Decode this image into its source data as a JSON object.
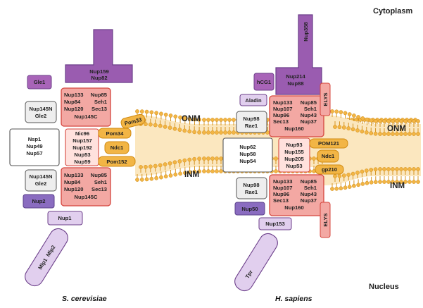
{
  "colors": {
    "red_fill": "#f3a8a3",
    "red_stroke": "#d5463e",
    "purple_dark": "#9a5cb0",
    "purple_mid": "#8a6cc0",
    "purple_light": "#e1cfee",
    "purple_stroke": "#6c3f8a",
    "gray_stroke": "#555555",
    "membrane": "#f2b545",
    "membrane_stroke": "#d08a10",
    "white_box": "#ffffff",
    "light_gray_box": "#eeeeee"
  },
  "headers": {
    "cytoplasm": "Cytoplasm",
    "nucleus": "Nucleus"
  },
  "membranes": {
    "onm": "ONM",
    "inm": "INM"
  },
  "yeast": {
    "species": "S. cerevisiae",
    "nup159": [
      "Nup159",
      "Nup82"
    ],
    "gle1": "Gle1",
    "cyto_ring": [
      "Nup133",
      "Nup85",
      "Nup84",
      "Seh1",
      "Nup120",
      "Sec13",
      "Nup145C"
    ],
    "nup145n_top": [
      "Nup145N",
      "Gle2"
    ],
    "nsp1": [
      "Nsp1",
      "Nup49",
      "Nup57"
    ],
    "inner_ring": [
      "Nic96",
      "Nup157",
      "Nup192",
      "Nup53",
      "Nup59"
    ],
    "pom33": "Pom33",
    "pom34": "Pom34",
    "ndc1": "Ndc1",
    "pom152": "Pom152",
    "nup145n_bottom": [
      "Nup145N",
      "Gle2"
    ],
    "nuc_ring": [
      "Nup133",
      "Nup85",
      "Nup84",
      "Seh1",
      "Nup120",
      "Sec13",
      "Nup145C"
    ],
    "nup2": "Nup2",
    "nup1": "Nup1",
    "mlp": "Mlp1  Mlp2"
  },
  "human": {
    "species": "H. sapiens",
    "nup358": "Nup358",
    "nup214": [
      "Nup214",
      "Nup88"
    ],
    "hcg1": "hCG1",
    "aladin": "Aladin",
    "elys_top": "ELYS",
    "cyto_ring": [
      "Nup133",
      "Nup85",
      "Nup107",
      "Seh1",
      "Nup96",
      "Nup43",
      "Sec13",
      "Nup37",
      "Nup160"
    ],
    "nup98_top": [
      "Nup98",
      "Rae1"
    ],
    "nup62": [
      "Nup62",
      "Nup58",
      "Nup54"
    ],
    "inner_ring": [
      "Nup93",
      "Nup155",
      "Nup205",
      "Nup53"
    ],
    "pom121": "POM121",
    "ndc1": "Ndc1",
    "gp210": "gp210",
    "nup98_bottom": [
      "Nup98",
      "Rae1"
    ],
    "nuc_ring": [
      "Nup133",
      "Nup85",
      "Nup107",
      "Seh1",
      "Nup96",
      "Nup43",
      "Sec13",
      "Nup37",
      "Nup160"
    ],
    "elys_bottom": "ELYS",
    "nup50": "Nup50",
    "nup153": "Nup153",
    "tpr": "Tpr"
  }
}
